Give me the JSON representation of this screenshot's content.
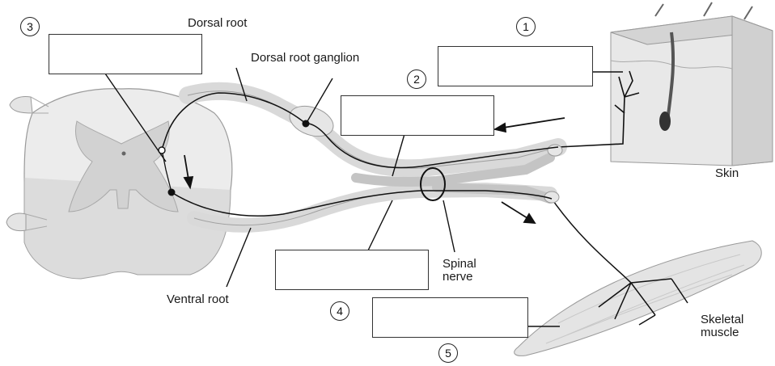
{
  "labels": {
    "dorsal_root": "Dorsal root",
    "dorsal_root_ganglion": "Dorsal root ganglion",
    "ventral_root": "Ventral root",
    "spinal_nerve_line1": "Spinal",
    "spinal_nerve_line2": "nerve",
    "skin": "Skin",
    "skeletal_muscle_line1": "Skeletal",
    "skeletal_muscle_line2": "muscle"
  },
  "numbers": [
    "1",
    "2",
    "3",
    "4",
    "5"
  ],
  "answer_boxes": [
    "",
    "",
    "",
    "",
    ""
  ]
}
